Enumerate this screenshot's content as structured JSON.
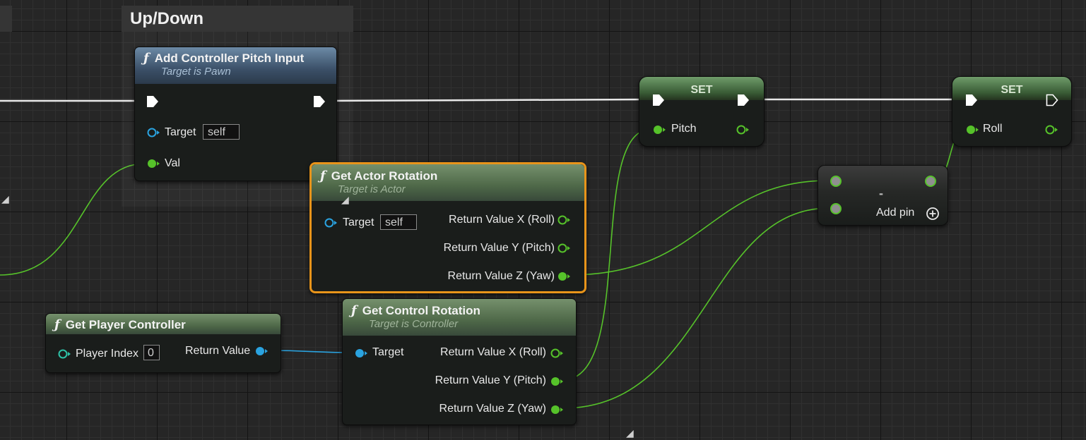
{
  "comment": {
    "title": "Up/Down"
  },
  "nodes": {
    "add_controller_pitch_input": {
      "title": "Add Controller Pitch Input",
      "subtitle": "Target is Pawn",
      "target_label": "Target",
      "target_value": "self",
      "val_label": "Val"
    },
    "get_actor_rotation": {
      "title": "Get Actor Rotation",
      "subtitle": "Target is Actor",
      "target_label": "Target",
      "target_value": "self",
      "out_x": "Return Value X (Roll)",
      "out_y": "Return Value Y (Pitch)",
      "out_z": "Return Value Z (Yaw)"
    },
    "get_player_controller": {
      "title": "Get Player Controller",
      "player_index_label": "Player Index",
      "player_index_value": "0",
      "return_label": "Return Value"
    },
    "get_control_rotation": {
      "title": "Get Control Rotation",
      "subtitle": "Target is Controller",
      "target_label": "Target",
      "out_x": "Return Value X (Roll)",
      "out_y": "Return Value Y (Pitch)",
      "out_z": "Return Value Z (Yaw)"
    },
    "set_pitch": {
      "title": "SET",
      "pin_label": "Pitch"
    },
    "set_roll": {
      "title": "SET",
      "pin_label": "Roll"
    },
    "subtract": {
      "symbol": "-",
      "add_pin_label": "Add pin"
    }
  },
  "colors": {
    "exec_wire": "#e8e8e8",
    "float_wire": "#56c22a",
    "object_wire": "#2aa3e0",
    "selection": "#e8941a"
  }
}
